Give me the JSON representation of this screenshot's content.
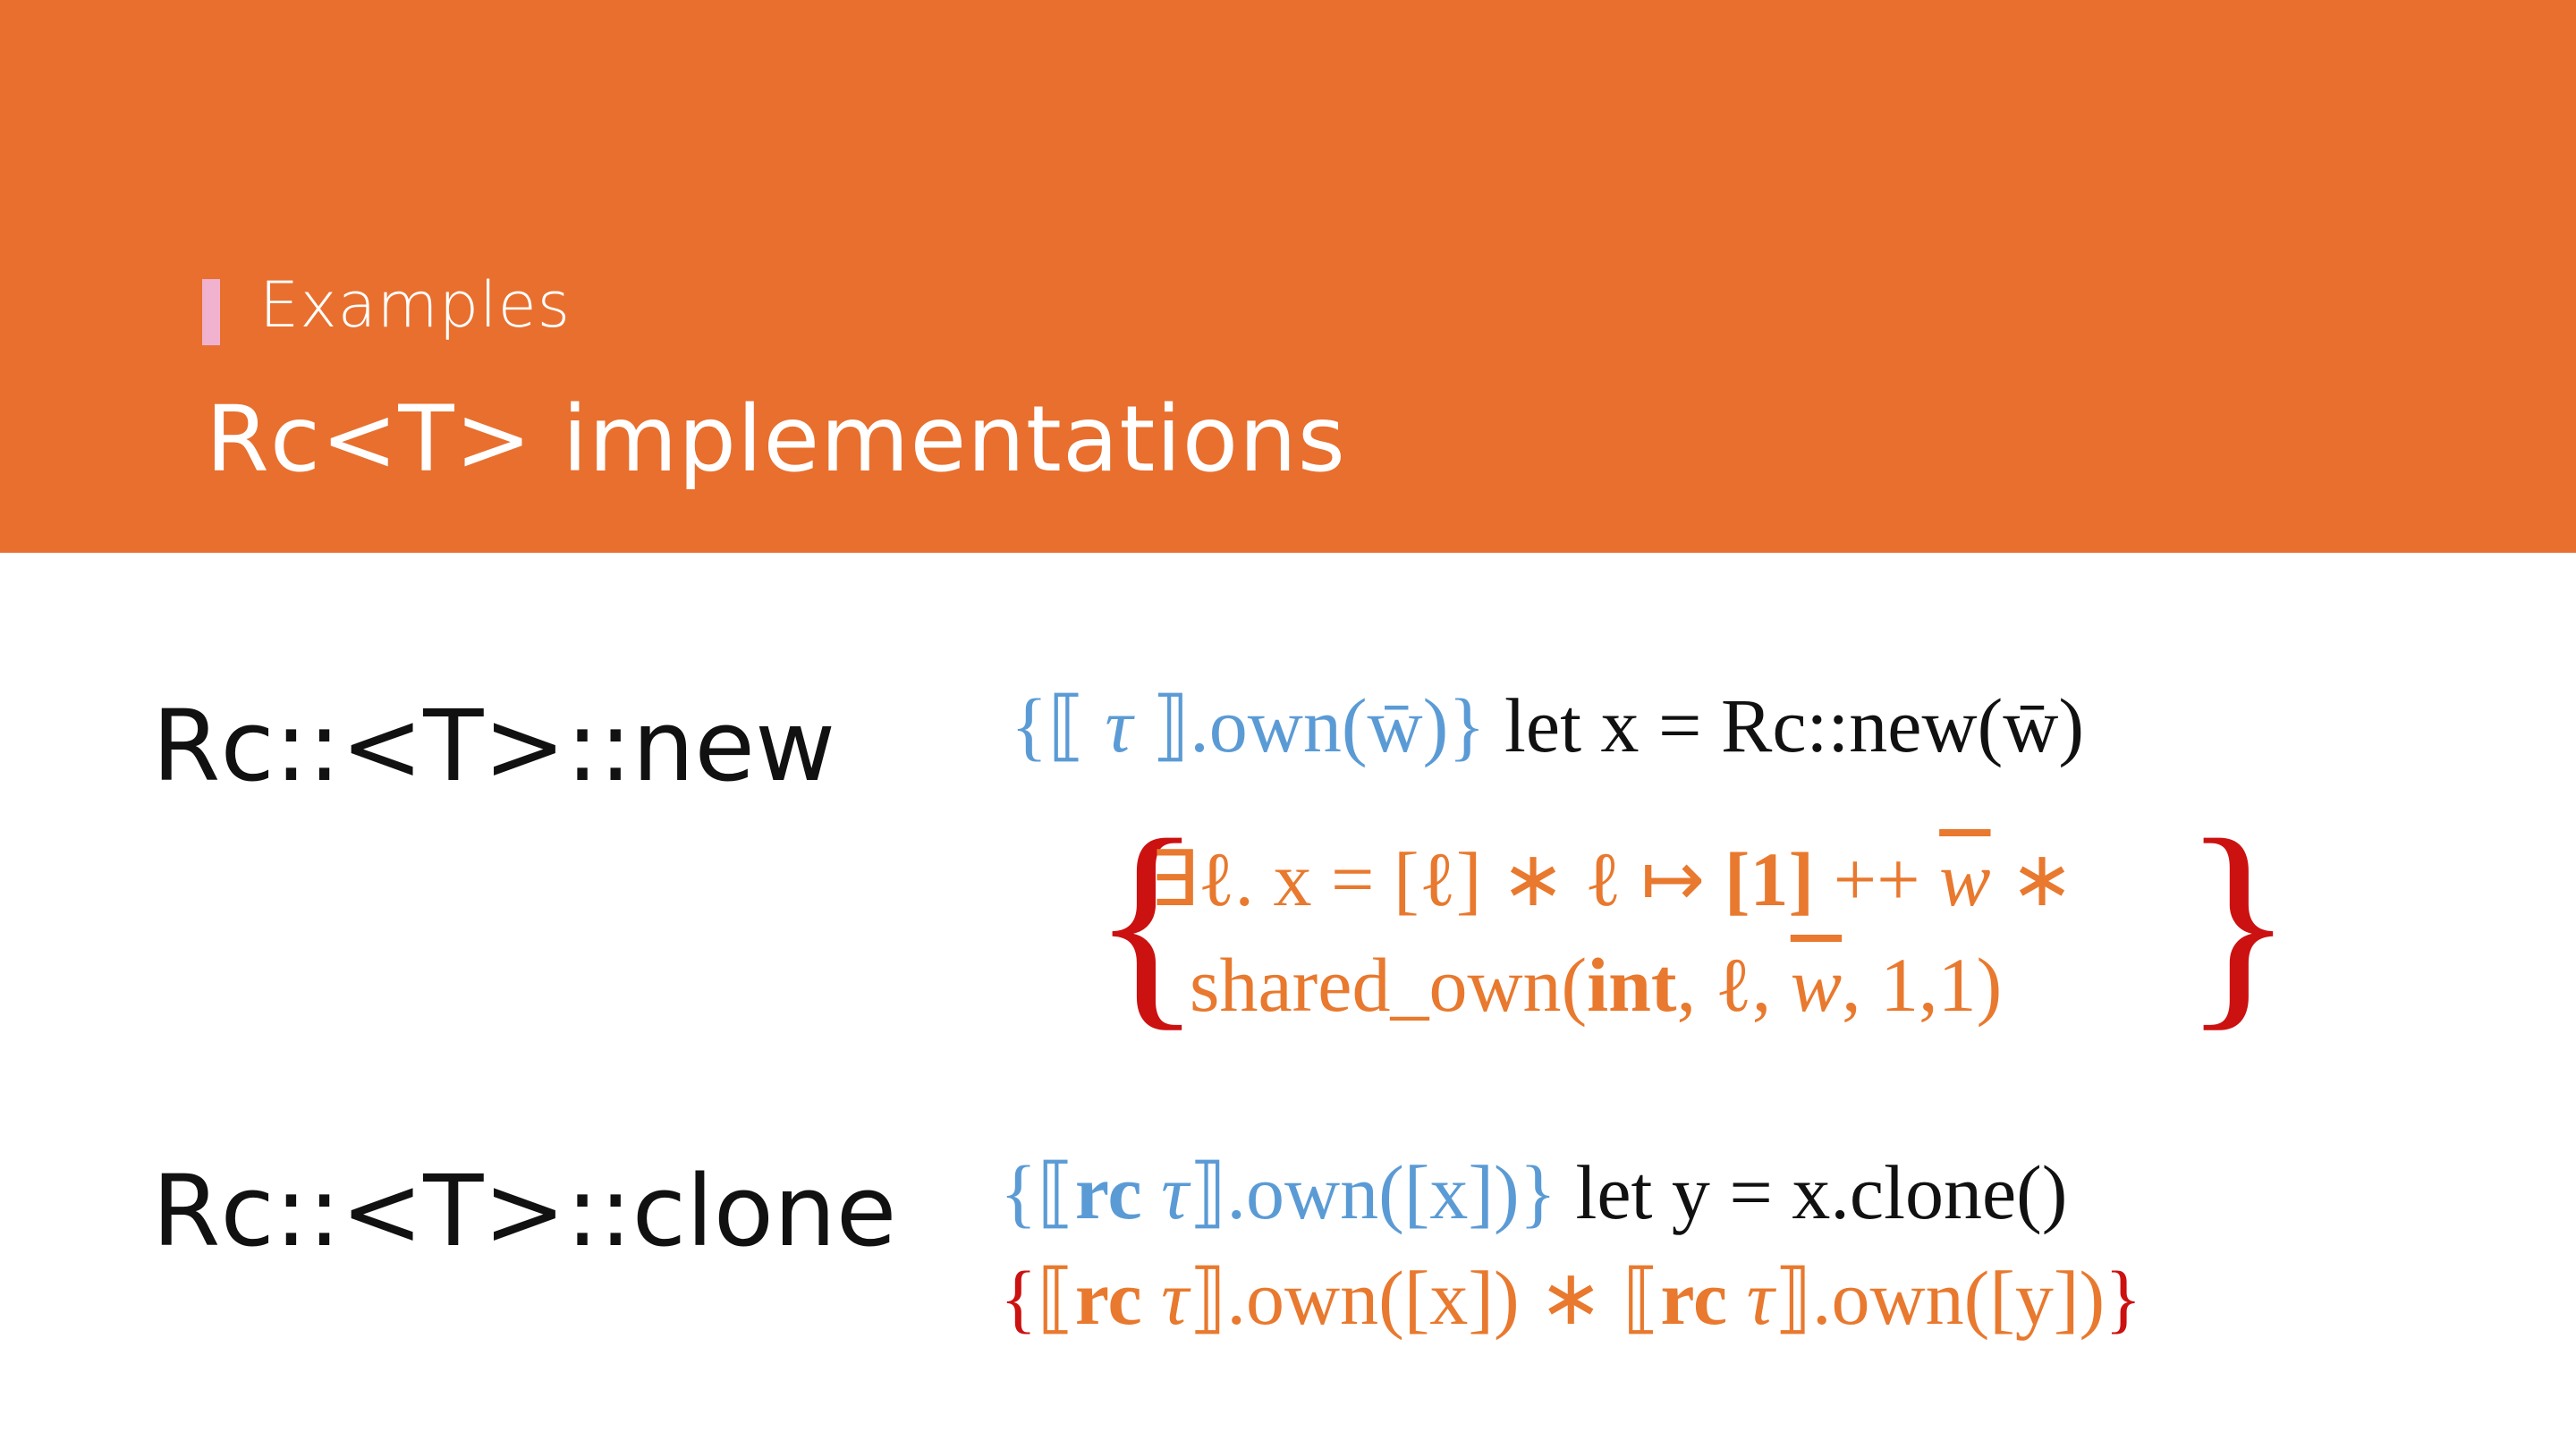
{
  "header": {
    "section": "Examples",
    "title": "Rc<T> implementations"
  },
  "new": {
    "name": "Rc::<T>::new",
    "pre": {
      "open": "{",
      "lb": "⟦",
      "tau": "τ",
      "rb": "⟧",
      "own": ".own(w̄)",
      "close": "}"
    },
    "code": "let x = Rc::new(w̄)",
    "post": {
      "line1_a": "∃ℓ. x = [ℓ] ∗ ℓ ↦ ",
      "line1_b": "[1]",
      "line1_c": " ++ ",
      "line1_w": "w",
      "line1_d": " ∗",
      "line2_a": "shared_own(",
      "line2_int": "int",
      "line2_b": ", ℓ, ",
      "line2_w": "w",
      "line2_c": ", 1,1)"
    }
  },
  "clone": {
    "name": "Rc::<T>::clone",
    "pre": {
      "open": "{⟦",
      "rc": "rc",
      "tau": "τ",
      "rest": "⟧.own([x])",
      "close": "}"
    },
    "code": "let y = x.clone()",
    "post": {
      "open": "{",
      "lb1": "⟦",
      "rc1": "rc",
      "tau1": "τ",
      "mid1": "⟧.own([x]) ∗ ⟦",
      "rc2": "rc",
      "tau2": "τ",
      "mid2": "⟧.own([y])",
      "close": "}"
    }
  },
  "colors": {
    "header_bg": "#e86f2e",
    "accent_bar": "#f1b2cf",
    "precondition": "#5b9bd5",
    "postcondition": "#e8792e",
    "brace": "#cc1111"
  }
}
